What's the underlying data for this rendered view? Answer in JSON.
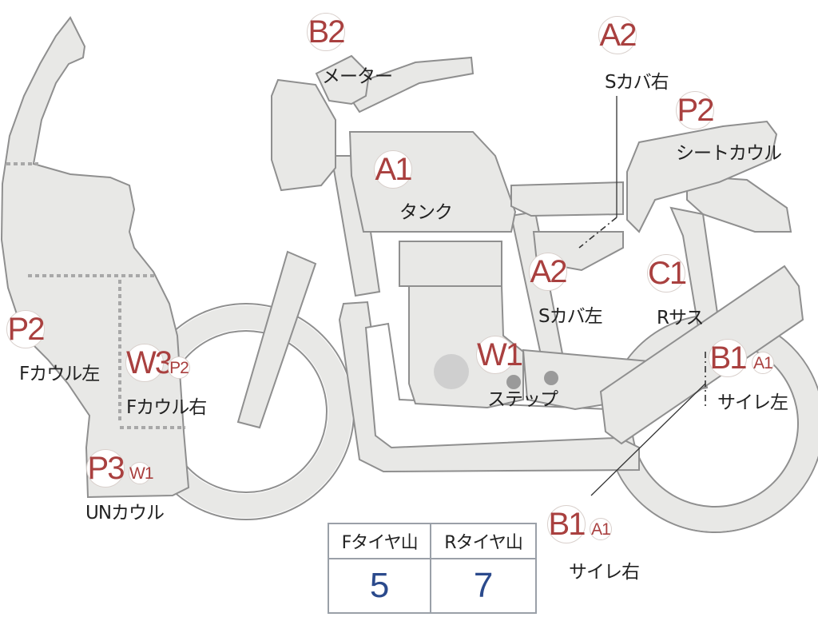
{
  "parts": [
    {
      "id": "meter",
      "code": "B2",
      "label": "メーター"
    },
    {
      "id": "seat-cover-right",
      "code": "A2",
      "label": "Sカバ右"
    },
    {
      "id": "seat-cowl",
      "code": "P2",
      "label": "シートカウル"
    },
    {
      "id": "tank",
      "code": "A1",
      "label": "タンク"
    },
    {
      "id": "seat-cover-left",
      "code": "A2",
      "label": "Sカバ左"
    },
    {
      "id": "rear-suspension",
      "code": "C1",
      "label": "Rサス"
    },
    {
      "id": "step",
      "code": "W1",
      "label": "ステップ"
    },
    {
      "id": "muffler-left",
      "code": "B1",
      "sub": "A1",
      "label": "サイレ左"
    },
    {
      "id": "muffler-right",
      "code": "B1",
      "sub": "A1",
      "label": "サイレ右"
    },
    {
      "id": "front-cowl-left",
      "code": "P2",
      "label": "Fカウル左"
    },
    {
      "id": "front-cowl-right",
      "code": "W3",
      "sub": "P2",
      "label": "Fカウル右"
    },
    {
      "id": "under-cowl",
      "code": "P3",
      "sub": "W1",
      "label": "UNカウル"
    }
  ],
  "tread": {
    "front_label": "Fタイヤ山",
    "rear_label": "Rタイヤ山",
    "front_value": "5",
    "rear_value": "7"
  }
}
